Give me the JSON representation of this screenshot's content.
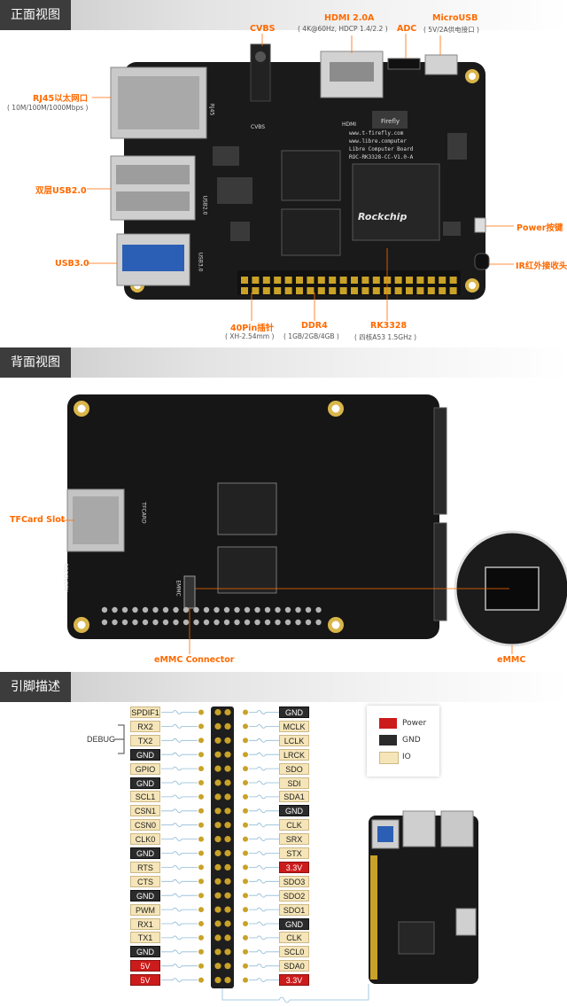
{
  "colors": {
    "accent": "#ff6a00",
    "io": "#f5e5b8",
    "gnd": "#2b2b2b",
    "power": "#cc1b1b",
    "board": "#1a1a1a",
    "header_pin": "#c9a227"
  },
  "sections": {
    "front": "正面视图",
    "back": "背面视图",
    "pins": "引脚描述"
  },
  "front": {
    "cvbs": "CVBS",
    "hdmi": "HDMI 2.0A",
    "hdmi_sub": "( 4K@60Hz, HDCP 1.4/2.2 )",
    "adc": "ADC",
    "microusb": "MicroUSB",
    "microusb_sub": "( 5V/2A供电接口 )",
    "rj45": "RJ45以太网口",
    "rj45_sub": "( 10M/100M/1000Mbps )",
    "usb2": "双层USB2.0",
    "usb3": "USB3.0",
    "power_btn": "Power按键",
    "ir": "IR红外接收头",
    "pin40": "40Pin插针",
    "pin40_sub": "( XH-2.54mm )",
    "ddr4": "DDR4",
    "ddr4_sub": "( 1GB/2GB/4GB )",
    "rk3328": "RK3328",
    "rk3328_sub": "( 四核A53 1.5GHz )",
    "silk_brand": "Firefly",
    "silk_url1": "www.t-firefly.com",
    "silk_url2": "www.libre.computer",
    "silk_board": "Libre Computer Board",
    "silk_model": "ROC-RK3328-CC-V1.0-A",
    "chip_logo": "Rockchip",
    "silk_hdmi": "HDMI",
    "silk_cvbs": "CVBS",
    "silk_rj45": "RJ45",
    "silk_usb2": "USB2.0",
    "silk_usb3": "USB3.0"
  },
  "back": {
    "tfcard": "TFCard Slot",
    "emmc_conn": "eMMC Connector",
    "emmc": "eMMC",
    "silk_tfcard": "TFCARD",
    "silk_emmc": "EMMC",
    "silk_recovery": "RECOVERY"
  },
  "pins": {
    "debug": "DEBUG",
    "left": [
      {
        "name": "SPDIF1",
        "type": "io"
      },
      {
        "name": "RX2",
        "type": "io"
      },
      {
        "name": "TX2",
        "type": "io"
      },
      {
        "name": "GND",
        "type": "gnd"
      },
      {
        "name": "GPIO",
        "type": "io"
      },
      {
        "name": "GND",
        "type": "gnd"
      },
      {
        "name": "SCL1",
        "type": "io"
      },
      {
        "name": "CSN1",
        "type": "io"
      },
      {
        "name": "CSN0",
        "type": "io"
      },
      {
        "name": "CLK0",
        "type": "io"
      },
      {
        "name": "GND",
        "type": "gnd"
      },
      {
        "name": "RTS",
        "type": "io"
      },
      {
        "name": "CTS",
        "type": "io"
      },
      {
        "name": "GND",
        "type": "gnd"
      },
      {
        "name": "PWM",
        "type": "io"
      },
      {
        "name": "RX1",
        "type": "io"
      },
      {
        "name": "TX1",
        "type": "io"
      },
      {
        "name": "GND",
        "type": "gnd"
      },
      {
        "name": "5V",
        "type": "pwr"
      },
      {
        "name": "5V",
        "type": "pwr"
      }
    ],
    "right": [
      {
        "name": "GND",
        "type": "gnd"
      },
      {
        "name": "MCLK",
        "type": "io"
      },
      {
        "name": "LCLK",
        "type": "io"
      },
      {
        "name": "LRCK",
        "type": "io"
      },
      {
        "name": "SDO",
        "type": "io"
      },
      {
        "name": "SDI",
        "type": "io"
      },
      {
        "name": "SDA1",
        "type": "io"
      },
      {
        "name": "GND",
        "type": "gnd"
      },
      {
        "name": "CLK",
        "type": "io"
      },
      {
        "name": "SRX",
        "type": "io"
      },
      {
        "name": "STX",
        "type": "io"
      },
      {
        "name": "3.3V",
        "type": "pwr"
      },
      {
        "name": "SDO3",
        "type": "io"
      },
      {
        "name": "SDO2",
        "type": "io"
      },
      {
        "name": "SDO1",
        "type": "io"
      },
      {
        "name": "GND",
        "type": "gnd"
      },
      {
        "name": "CLK",
        "type": "io"
      },
      {
        "name": "SCL0",
        "type": "io"
      },
      {
        "name": "SDA0",
        "type": "io"
      },
      {
        "name": "3.3V",
        "type": "pwr"
      }
    ]
  },
  "legend": {
    "power": "Power",
    "gnd": "GND",
    "io": "IO"
  }
}
